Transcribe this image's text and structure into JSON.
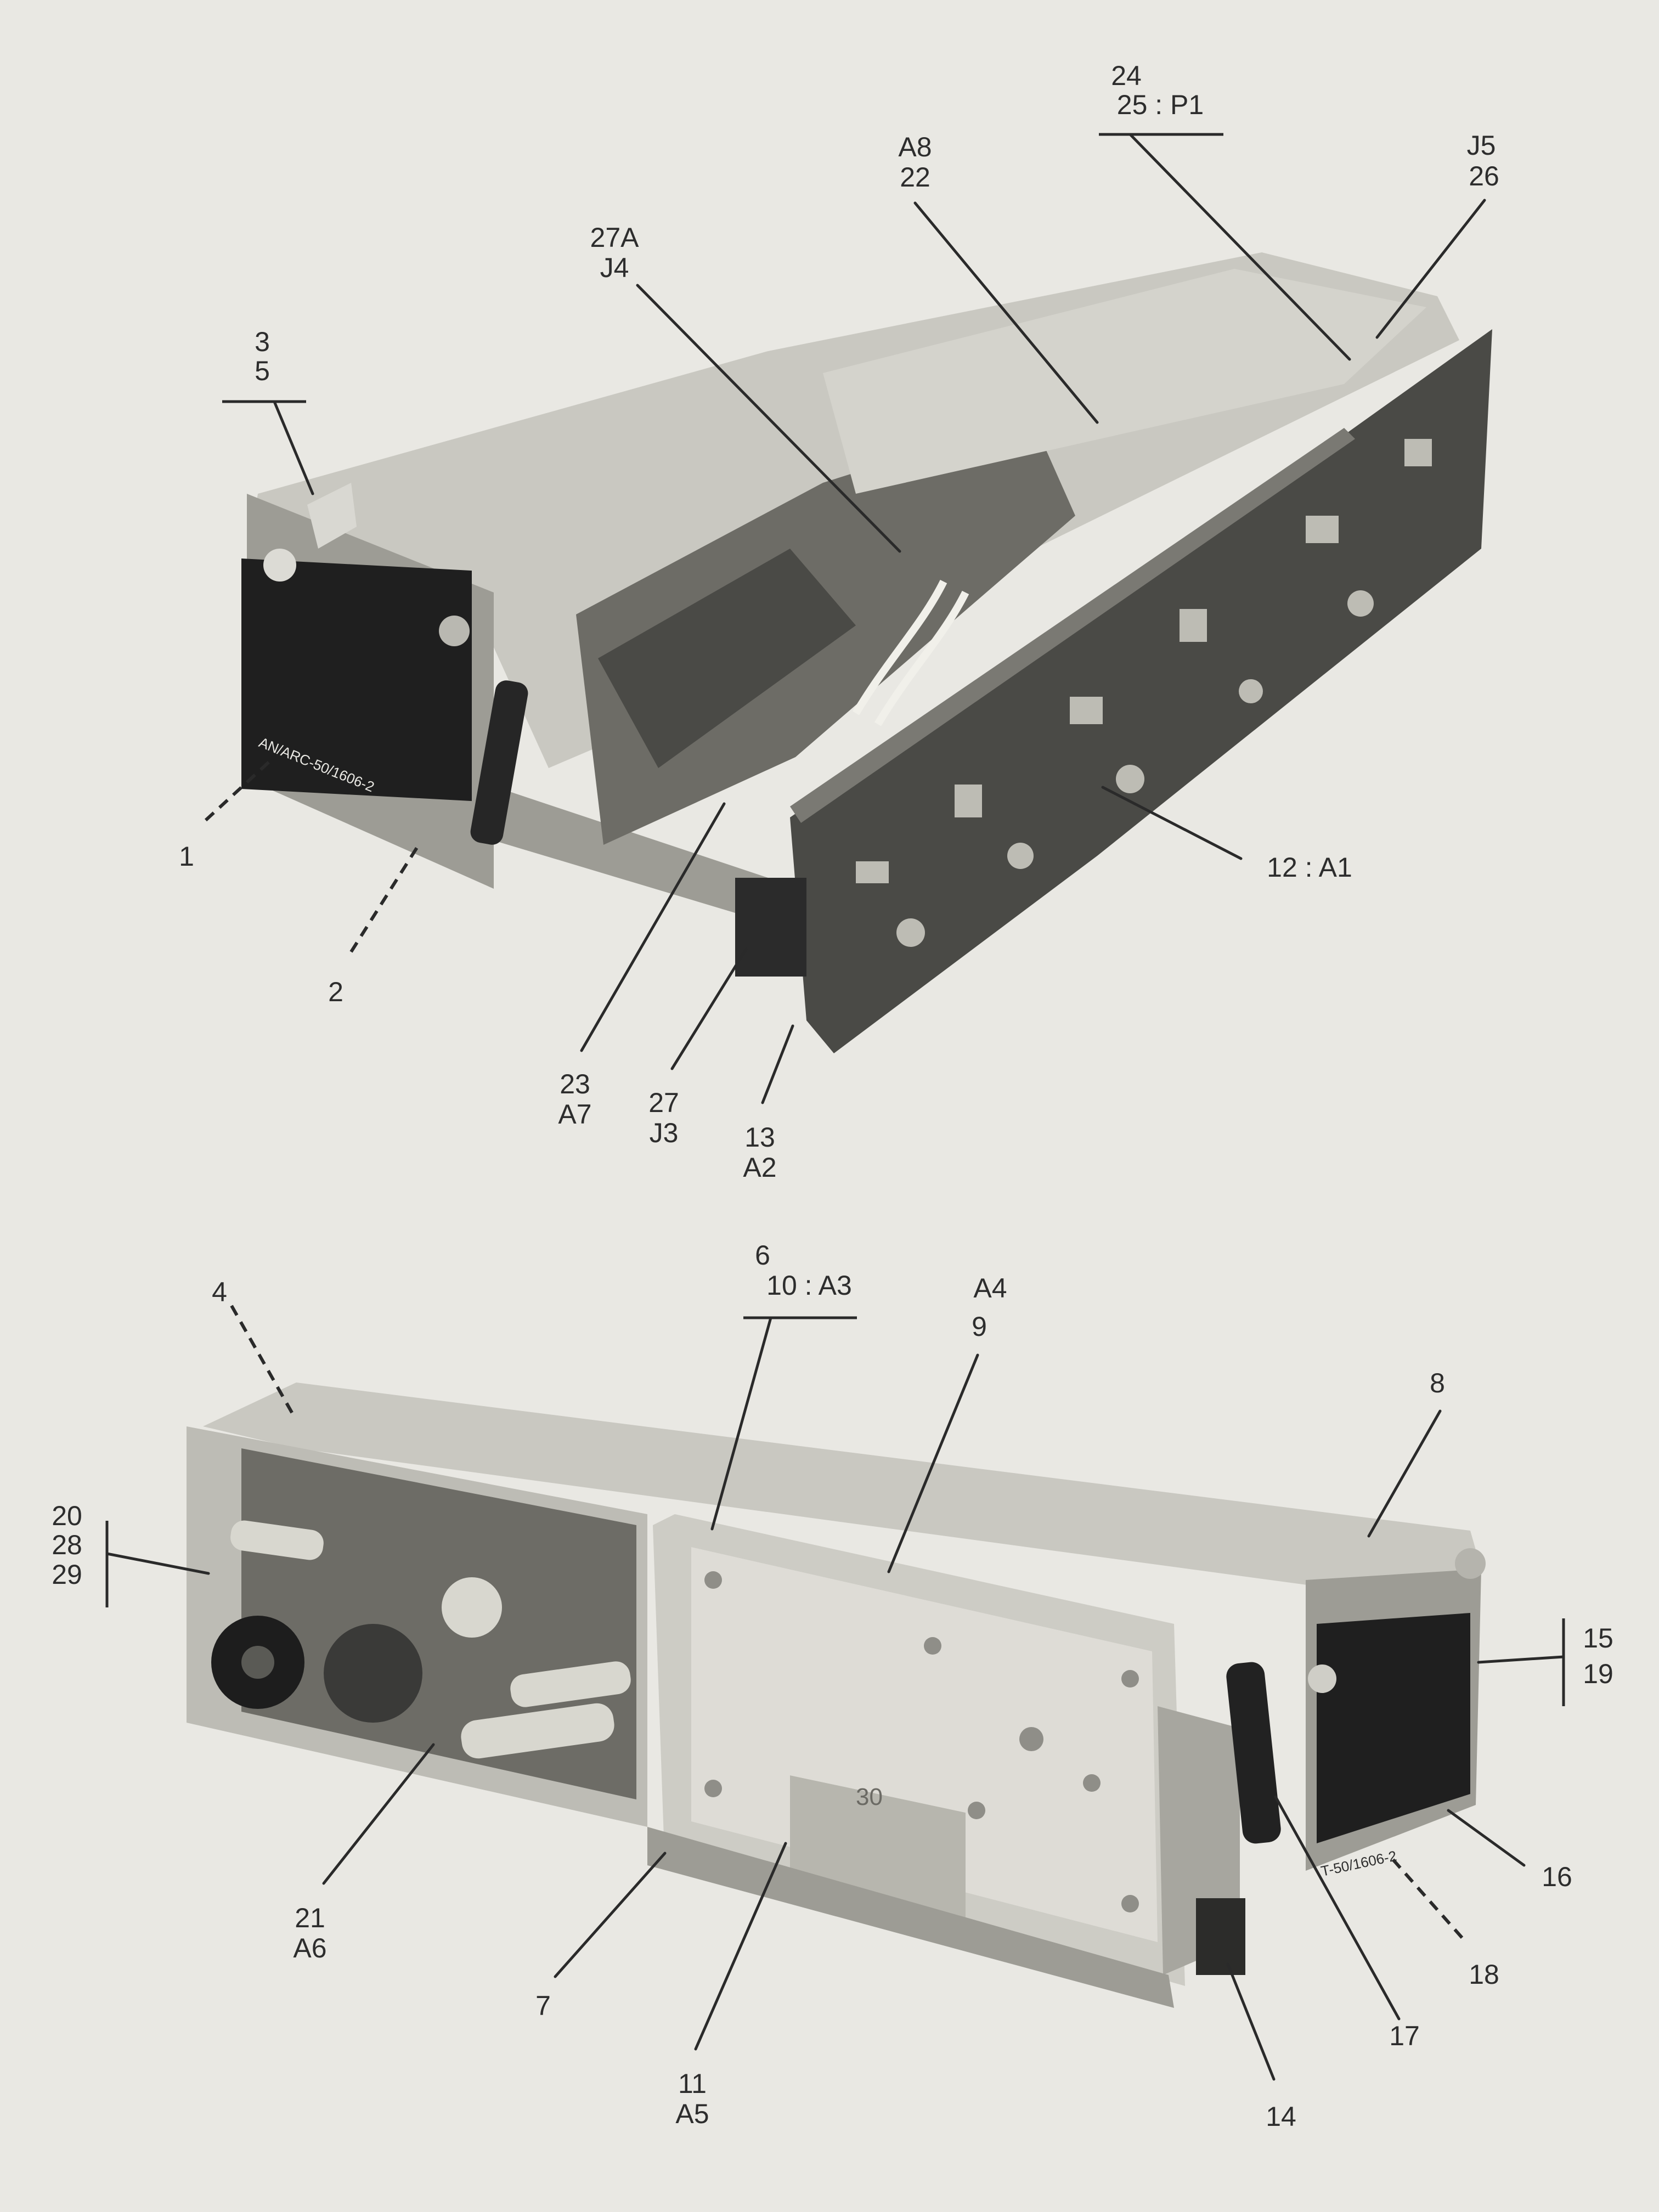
{
  "labels": {
    "top": {
      "l3_5": [
        "3",
        "5"
      ],
      "l1": "1",
      "l2": "2",
      "l27a_j4": [
        "27A",
        "J4"
      ],
      "la8_22": [
        "A8",
        "22"
      ],
      "l24_25": [
        "24",
        "25 : P1"
      ],
      "lj5_26": [
        "J5",
        "26"
      ],
      "l12_a1": "12 : A1",
      "l23_a7": [
        "23",
        "A7"
      ],
      "l27_j3": [
        "27",
        "J3"
      ],
      "l13_a2": [
        "13",
        "A2"
      ]
    },
    "bottom": {
      "l4": "4",
      "l20_28_29": [
        "20",
        "28",
        "29"
      ],
      "l6_10": [
        "6",
        "10 : A3"
      ],
      "la4_9": [
        "A4",
        "9"
      ],
      "l8": "8",
      "l15_19": [
        "15",
        "19"
      ],
      "l16": "16",
      "l18": "18",
      "l17": "17",
      "l14": "14",
      "l11_a5": [
        "11",
        "A5"
      ],
      "l7": "7",
      "l21_a6": [
        "21",
        "A6"
      ]
    }
  },
  "printed_marks": {
    "plate_text_top": "AN/ARC-50/1606-2",
    "plate_text_bottom": "T-50/1606-2",
    "panel_number": "30"
  }
}
